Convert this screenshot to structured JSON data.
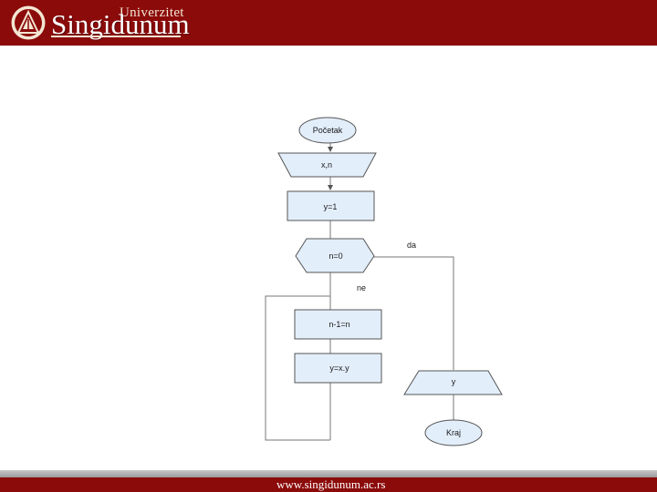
{
  "header": {
    "university_label": "Univerzitet",
    "university_name": "Singidunum"
  },
  "flowchart": {
    "start": "Početak",
    "input": "x,n",
    "init": "y=1",
    "condition": "n=0",
    "yes_label": "da",
    "no_label": "ne",
    "decrement": "n-1=n",
    "multiply": "y=x.y",
    "output": "y",
    "end": "Kraj"
  },
  "footer": {
    "url": "www.singidunum.ac.rs"
  }
}
